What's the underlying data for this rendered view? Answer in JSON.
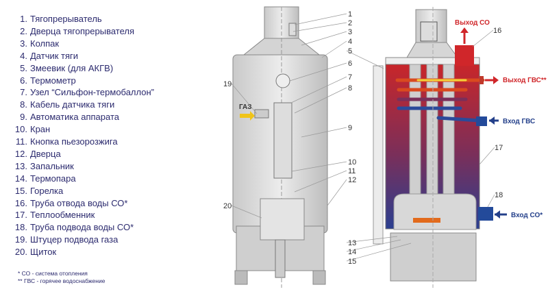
{
  "legend": [
    {
      "num": "1.",
      "label": "Тягопрерыватель"
    },
    {
      "num": "2.",
      "label": "Дверца тягопрерывателя"
    },
    {
      "num": "3.",
      "label": "Колпак"
    },
    {
      "num": "4.",
      "label": "Датчик тяги"
    },
    {
      "num": "5.",
      "label": "Змеевик (для АКГВ)"
    },
    {
      "num": "6.",
      "label": "Термометр"
    },
    {
      "num": "7.",
      "label": "Узел “Сильфон-термобаллон”"
    },
    {
      "num": "8.",
      "label": "Кабель датчика тяги"
    },
    {
      "num": "9.",
      "label": "Автоматика аппарата"
    },
    {
      "num": "10.",
      "label": "Кран"
    },
    {
      "num": "11.",
      "label": "Кнопка пьезорозжига"
    },
    {
      "num": "12.",
      "label": "Дверца"
    },
    {
      "num": "13.",
      "label": "Запальник"
    },
    {
      "num": "14.",
      "label": "Термопара"
    },
    {
      "num": "15.",
      "label": "Горелка"
    },
    {
      "num": "16.",
      "label": "Труба отвода воды СО*"
    },
    {
      "num": "17.",
      "label": "Теплообменник"
    },
    {
      "num": "18.",
      "label": "Труба подвода воды СО*"
    },
    {
      "num": "19.",
      "label": "Штуцер подвода газа"
    },
    {
      "num": "20.",
      "label": "Щиток"
    }
  ],
  "footnotes": [
    "* СО - система отопления",
    "** ГВС - горячее водоснабжение"
  ],
  "diagram": {
    "gas_label": "ГАЗ",
    "co_out": "Выход СО",
    "gvs_out": "Выход ГВС**",
    "gvs_in": "Вход ГВС",
    "co_in": "Вход СО*",
    "callouts": [
      "1",
      "2",
      "3",
      "4",
      "5",
      "6",
      "7",
      "8",
      "9",
      "10",
      "11",
      "12",
      "13",
      "14",
      "15",
      "16",
      "17",
      "18",
      "19",
      "20"
    ]
  },
  "colors": {
    "text": "#2b2a6e",
    "hot": "#d0262a",
    "cold": "#233f8a",
    "gas": "#f0c419"
  }
}
